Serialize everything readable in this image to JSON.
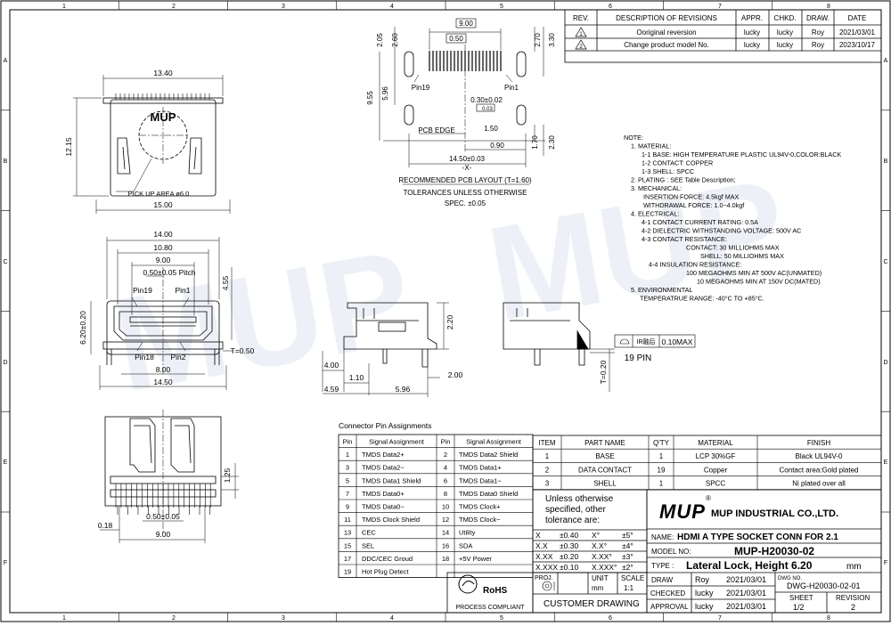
{
  "border": {
    "columns": [
      "1",
      "2",
      "3",
      "4",
      "5",
      "6",
      "7",
      "8"
    ],
    "rows": [
      "A",
      "B",
      "C",
      "D",
      "E",
      "F"
    ]
  },
  "revisions": {
    "headers": [
      "REV.",
      "DESCRIPTION OF REVISIONS",
      "APPR.",
      "CHKD.",
      "DRAW.",
      "DATE"
    ],
    "rows": [
      {
        "rev": "1",
        "description": "Ooriginal reversion",
        "appr": "lucky",
        "chkd": "lucky",
        "draw": "Roy",
        "date": "2021/03/01"
      },
      {
        "rev": "2",
        "description": "Change product model No.",
        "appr": "lucky",
        "chkd": "lucky",
        "draw": "Roy",
        "date": "2023/10/17"
      }
    ]
  },
  "notes": [
    "NOTE:",
    "1. MATERIAL:",
    "1-1 BASE: HIGH TEMPERATURE PLASTIC UL94V-0,COLOR:BLACK",
    "1-2 CONTACT: COPPER",
    "1-3 SHELL: SPCC",
    "2. PLATING : SEE Table Description;",
    "3. MECHANICAL:",
    "INSERTION FORCE: 4.5kgf MAX",
    "WITHDRAWAL FORCE: 1.0~4.0kgf",
    "4. ELECTRICAL:",
    "4-1 CONTACT CURRENT RATING: 0.5A",
    "4-2 DIELECTRIC WITHSTANDING VOLTAGE: 500V AC",
    "4-3 CONTACT RESISTANCE:",
    "CONTACT: 30 MILLIOHMS MAX",
    "SHELL: 50 MILLIOHMS MAX",
    "4-4 INSULATION RESISTANCE:",
    "100 MEGAOHMS MIN AT 500V AC(UNMATED)",
    "10 MEGAOHMS MIN AT 150V DC(MATED)",
    "5. ENVIRONMENTAL",
    "TEMPERATRUE RANGE: -40°C TO +85°C."
  ],
  "top_view": {
    "dim_width": "13.40",
    "dim_height": "12.15",
    "dim_bottom": "15.00",
    "logo": "MUP",
    "pickup": "PICK UP AREA ø6.0"
  },
  "pcb_layout": {
    "dims": [
      "9.00",
      "0.50",
      "2.60",
      "2.05",
      "2.70",
      "3.30",
      "9.55",
      "5.96",
      "0.30±0.02",
      "0.03",
      "1.50",
      "0.90",
      "1.70",
      "2.30",
      "14.50±0.03",
      "-X-"
    ],
    "pin19": "Pin19",
    "pin1": "Pin1",
    "pcb_edge": "PCB EDGE",
    "title": "RECOMMENDED PCB LAYOUT (T=1.60)",
    "tol1": "TOLERANCES UNLESS OTHERWISE",
    "tol2": "SPEC. ±0.05"
  },
  "front_view": {
    "dims": [
      "14.00",
      "10.80",
      "9.00",
      "0.50±0.05 Pitch",
      "4.55",
      "6.20±0.20",
      "8.00",
      "14.50",
      "T=0.50"
    ],
    "pins": [
      "Pin19",
      "Pin1",
      "Pin18",
      "Pin2"
    ]
  },
  "side_views": {
    "dims": [
      "2.20",
      "4.00",
      "1.10",
      "2.00",
      "4.59",
      "5.96",
      "T=0.20"
    ],
    "flatness": "0.10MAX",
    "flatness_label": "IR融后",
    "pin_count": "19 PIN"
  },
  "bottom_view": {
    "dims": [
      "1.25",
      "0.50±0.05",
      "0.18",
      "9.00"
    ]
  },
  "pin_assignments": {
    "title": "Connector Pin Assignments",
    "headers": [
      "Pin",
      "Signal Assignment",
      "Pin",
      "Signal Assignment"
    ],
    "rows": [
      [
        "1",
        "TMDS Data2+",
        "2",
        "TMDS Data2 Shield"
      ],
      [
        "3",
        "TMDS Data2−",
        "4",
        "TMDS Data1+"
      ],
      [
        "5",
        "TMDS Data1 Shield",
        "6",
        "TMDS Data1−"
      ],
      [
        "7",
        "TMDS Data0+",
        "8",
        "TMDS Data0 Shield"
      ],
      [
        "9",
        "TMDS Data0−",
        "10",
        "TMDS Clock+"
      ],
      [
        "11",
        "TMDS Clock Shield",
        "12",
        "TMDS Clock−"
      ],
      [
        "13",
        "CEC",
        "14",
        "Utility"
      ],
      [
        "15",
        "SEL",
        "16",
        "SDA"
      ],
      [
        "17",
        "DDC/CEC Groud",
        "18",
        "+5V Power"
      ],
      [
        "19",
        "Hot Plug Detect",
        "",
        ""
      ]
    ]
  },
  "parts": {
    "headers": [
      "ITEM",
      "PART NAME",
      "Q'TY",
      "MATERIAL",
      "FINISH"
    ],
    "rows": [
      [
        "1",
        "BASE",
        "1",
        "LCP 30%GF",
        "Black UL94V-0"
      ],
      [
        "2",
        "DATA CONTACT",
        "19",
        "Copper",
        "Contact area:Gold plated"
      ],
      [
        "3",
        "SHELL",
        "1",
        "SPCC",
        "Ni plated over all"
      ]
    ]
  },
  "tolerance": {
    "title_lines": [
      "Unless otherwise",
      "specified, other",
      "tolerance are:"
    ],
    "rows": [
      [
        "X",
        "±0.40",
        "X°",
        "±5°"
      ],
      [
        "X.X",
        "±0.30",
        "X.X°",
        "±4°"
      ],
      [
        "X.XX",
        "±0.20",
        "X.XX°",
        "±3°"
      ],
      [
        "X.XXX",
        "±0.10",
        "X.XXX°",
        "±2°"
      ]
    ]
  },
  "title_block": {
    "logo": "MUP",
    "company": "MUP INDUSTRIAL CO.,LTD.",
    "name_label": "NAME:",
    "name_value": "HDMI A TYPE SOCKET CONN FOR 2.1",
    "model_label": "MODEL NO:",
    "model_value": "MUP-H20030-02",
    "type_label": "TYPE :",
    "type_value": "Lateral Lock, Height 6.20",
    "type_unit": "mm",
    "proj_label": "PROJ.",
    "unit_label": "UNIT",
    "unit_value": "mm",
    "scale_label": "SCALE",
    "scale_value": "1:1",
    "customer": "CUSTOMER DRAWING",
    "rohs": "RoHS",
    "process": "PROCESS COMPLIANT",
    "draw_label": "DRAW",
    "draw_name": "Roy",
    "draw_date": "2021/03/01",
    "checked_label": "CHECKED",
    "checked_name": "lucky",
    "checked_date": "2021/03/01",
    "approval_label": "APPROVAL",
    "approval_name": "lucky",
    "approval_date": "2021/03/01",
    "dwg_label": "DWG NO.",
    "dwg_value": "DWG-H20030-02-01",
    "sheet_label": "SHEET",
    "sheet_value": "1/2",
    "revision_label": "REVISION",
    "revision_value": "2"
  },
  "watermark": "MUP"
}
